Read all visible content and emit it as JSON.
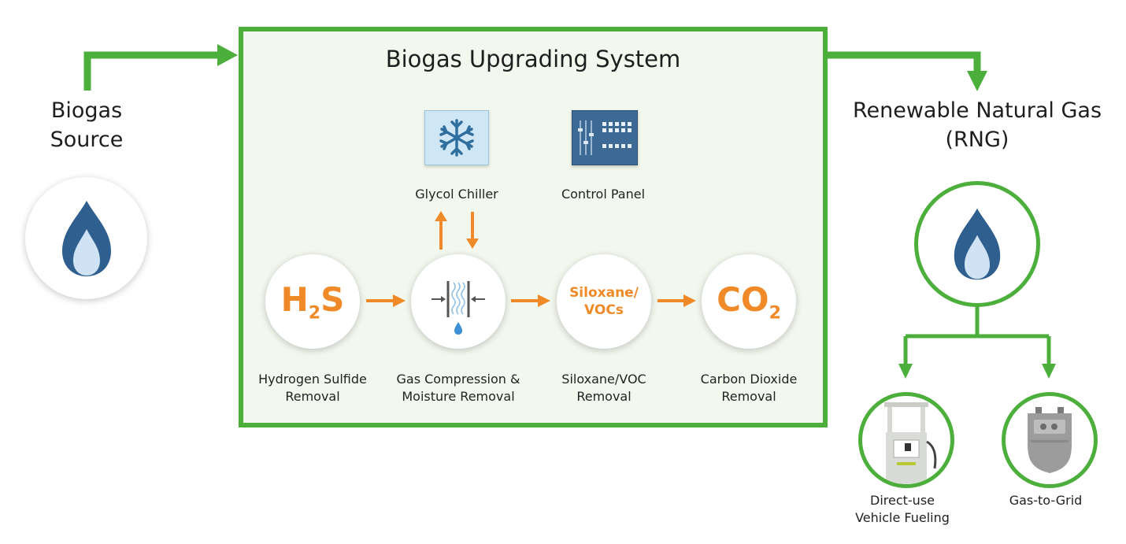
{
  "source": {
    "line1": "Biogas",
    "line2": "Source",
    "icon": "flame-icon"
  },
  "system": {
    "title": "Biogas Upgrading System",
    "aux": [
      {
        "label": "Glycol Chiller",
        "icon": "snowflake-icon"
      },
      {
        "label": "Control Panel",
        "icon": "control-panel-icon"
      }
    ],
    "steps": [
      {
        "symbol_main": "H",
        "symbol_sub": "2",
        "symbol_tail": "S",
        "label1": "Hydrogen Sulfide",
        "label2": "Removal"
      },
      {
        "icon": "compression-icon",
        "label1": "Gas Compression &",
        "label2": "Moisture Removal"
      },
      {
        "symbol_line1": "Siloxane/",
        "symbol_line2": "VOCs",
        "label1": "Siloxane/VOC",
        "label2": "Removal"
      },
      {
        "symbol_main": "CO",
        "symbol_sub": "2",
        "label1": "Carbon Dioxide",
        "label2": "Removal"
      }
    ]
  },
  "output": {
    "line1": "Renewable Natural Gas",
    "line2": "(RNG)",
    "icon": "flame-icon",
    "uses": [
      {
        "label1": "Direct-use",
        "label2": "Vehicle Fueling",
        "icon": "fuel-dispenser-icon"
      },
      {
        "label1": "Gas-to-Grid",
        "icon": "gas-meter-icon"
      }
    ]
  },
  "colors": {
    "green": "#4caf3c",
    "orange": "#f08a28",
    "flame_dark": "#2f5f8f",
    "flame_light": "#cfe3f5",
    "box_bg": "#f3f8ee"
  }
}
